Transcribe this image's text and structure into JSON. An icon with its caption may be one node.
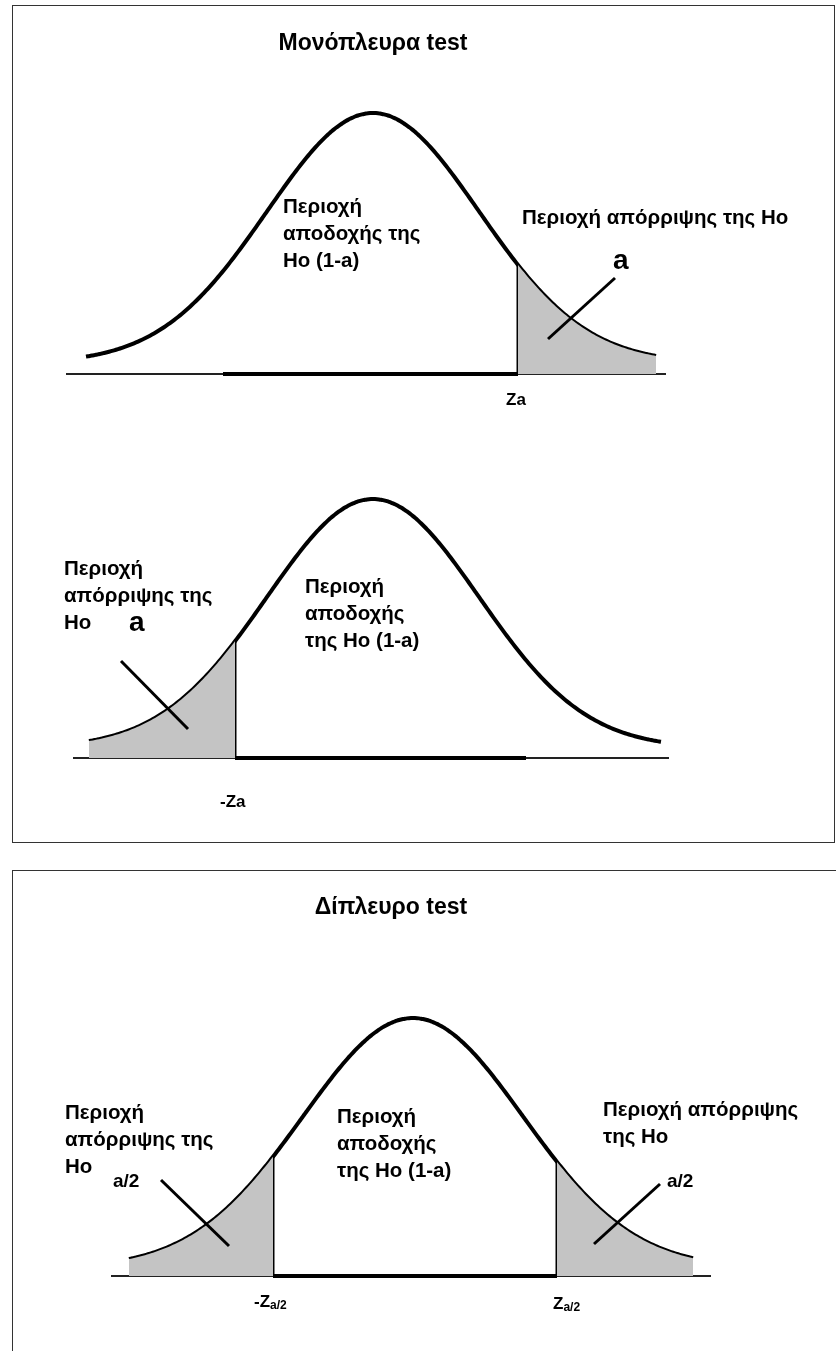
{
  "diagram": {
    "nodes": [
      {
        "text": [
          "Μονόπλευρα test"
        ]
      },
      {
        "text": [
          "a"
        ],
        "in": 0
      },
      {
        "text": [],
        "shape": "area",
        "in": 0,
        "beside": [
          "Περιοχή απόρριψης της Ho"
        ]
      },
      {
        "text": [
          "a"
        ],
        "in": 0
      },
      {
        "text": [],
        "shape": "area",
        "in": 0,
        "beside": [
          "Περιοχή απόρριψης της Ho"
        ]
      },
      {
        "text": [
          "Δίπλευρο test"
        ]
      },
      {
        "text": [
          "a/2"
        ],
        "in": 5
      },
      {
        "text": [],
        "shape": "area",
        "in": 5,
        "beside": [
          "Περιοχή απόρριψης της Ho"
        ]
      },
      {
        "text": [
          "a/2"
        ],
        "in": 5
      },
      {
        "text": [],
        "shape": "area",
        "in": 5,
        "beside": [
          "Περιοχή απόρριψης της Ho"
        ]
      }
    ],
    "edges": [
      {
        "from": 1,
        "to": 2,
        "arrow": "none"
      },
      {
        "from": 3,
        "to": 4,
        "arrow": "none"
      },
      {
        "from": 6,
        "to": 7,
        "arrow": "none"
      },
      {
        "from": 8,
        "to": 9,
        "arrow": "none"
      }
    ],
    "labels": [
      "Περιοχή αποδοχής της Ho (1-a)",
      "Za",
      "Περιοχή αποδοχής της Ho (1-a)",
      "-Za",
      "Περιοχή αποδοχής της Ho (1-a)",
      "-Z$_{a/2}$",
      "Z$_{a/2}$"
    ]
  }
}
